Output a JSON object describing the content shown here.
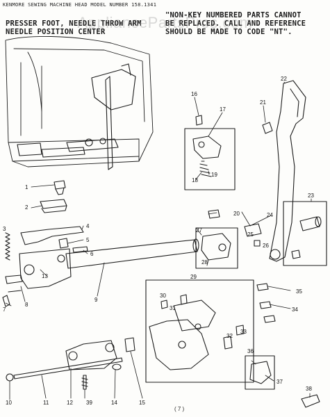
{
  "header": {
    "model_line": "KENMORE SEWING MACHINE HEAD MODEL NUMBER 158.1341",
    "left_line1": "PRESSER FOOT, NEEDLE THROW ARM",
    "left_line2": "NEEDLE POSITION CENTER",
    "right_line1": "\"NON-KEY NUMBERED PARTS CANNOT",
    "right_line2": "BE REPLACED. CALL AND REFERENCE",
    "right_line3": "SHOULD BE MADE TO CODE \"NT\"."
  },
  "watermark": "AppliancePartsPros.com",
  "page_number": "( 7 )",
  "callouts": [
    "1",
    "2",
    "3",
    "4",
    "5",
    "6",
    "7",
    "8",
    "9",
    "10",
    "11",
    "12",
    "13",
    "14",
    "15",
    "16",
    "17",
    "18",
    "19",
    "20",
    "21",
    "22",
    "23",
    "24",
    "25",
    "26",
    "27",
    "28",
    "29",
    "30",
    "31",
    "32",
    "33",
    "34",
    "35",
    "36",
    "37",
    "38",
    "39"
  ]
}
